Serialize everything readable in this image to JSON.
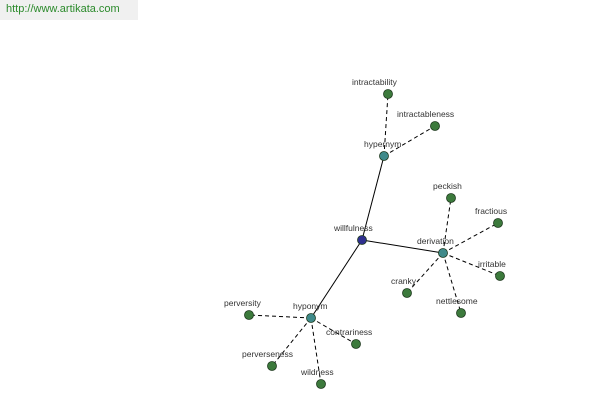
{
  "source_url": "http://www.artikata.com",
  "colors": {
    "center_node": "#2f2f8f",
    "relation_node": "#3f8a8a",
    "leaf_node": "#3c7a3c",
    "url_text": "#2b8a2b"
  },
  "graph": {
    "center": {
      "id": "willfulness",
      "label": "willfulness"
    },
    "relations": [
      {
        "id": "hypernym",
        "label": "hypernym",
        "children": [
          {
            "id": "intractability",
            "label": "intractability"
          },
          {
            "id": "intractableness",
            "label": "intractableness"
          }
        ]
      },
      {
        "id": "derivation",
        "label": "derivation",
        "children": [
          {
            "id": "peckish",
            "label": "peckish"
          },
          {
            "id": "fractious",
            "label": "fractious"
          },
          {
            "id": "irritable",
            "label": "irritable"
          },
          {
            "id": "nettlesome",
            "label": "nettlesome"
          },
          {
            "id": "cranky",
            "label": "cranky"
          }
        ]
      },
      {
        "id": "hyponym",
        "label": "hyponym",
        "children": [
          {
            "id": "perversity",
            "label": "perversity"
          },
          {
            "id": "perverseness",
            "label": "perverseness"
          },
          {
            "id": "wildness",
            "label": "wildness"
          },
          {
            "id": "contrariness",
            "label": "contrariness"
          }
        ]
      }
    ]
  }
}
